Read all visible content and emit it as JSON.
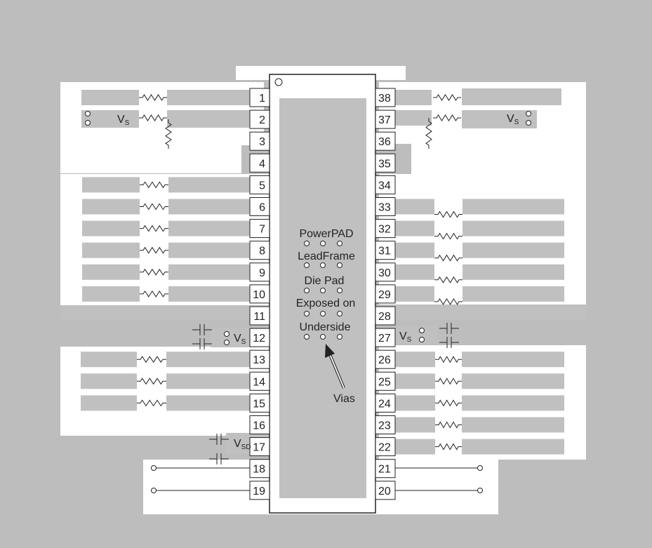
{
  "diagram": {
    "left_pins": [
      "1",
      "2",
      "3",
      "4",
      "5",
      "6",
      "7",
      "8",
      "9",
      "10",
      "11",
      "12",
      "13",
      "14",
      "15",
      "16",
      "17",
      "18",
      "19"
    ],
    "right_pins": [
      "38",
      "37",
      "36",
      "35",
      "34",
      "33",
      "32",
      "31",
      "30",
      "29",
      "28",
      "27",
      "26",
      "25",
      "24",
      "23",
      "22",
      "21",
      "20"
    ],
    "center_lines": [
      "PowerPAD",
      "LeadFrame",
      "Die Pad",
      "Exposed on",
      "Underside"
    ],
    "vias_label": "Vias",
    "supply": {
      "main": "V",
      "sub": "S"
    },
    "supply_digital": {
      "main": "V",
      "sub": "SD"
    },
    "colors": {
      "background": "#bdbdbd",
      "board": "#ffffff",
      "trace": "#c0c0c0",
      "outline": "#222222",
      "pad_fill": "#ffffff"
    }
  }
}
